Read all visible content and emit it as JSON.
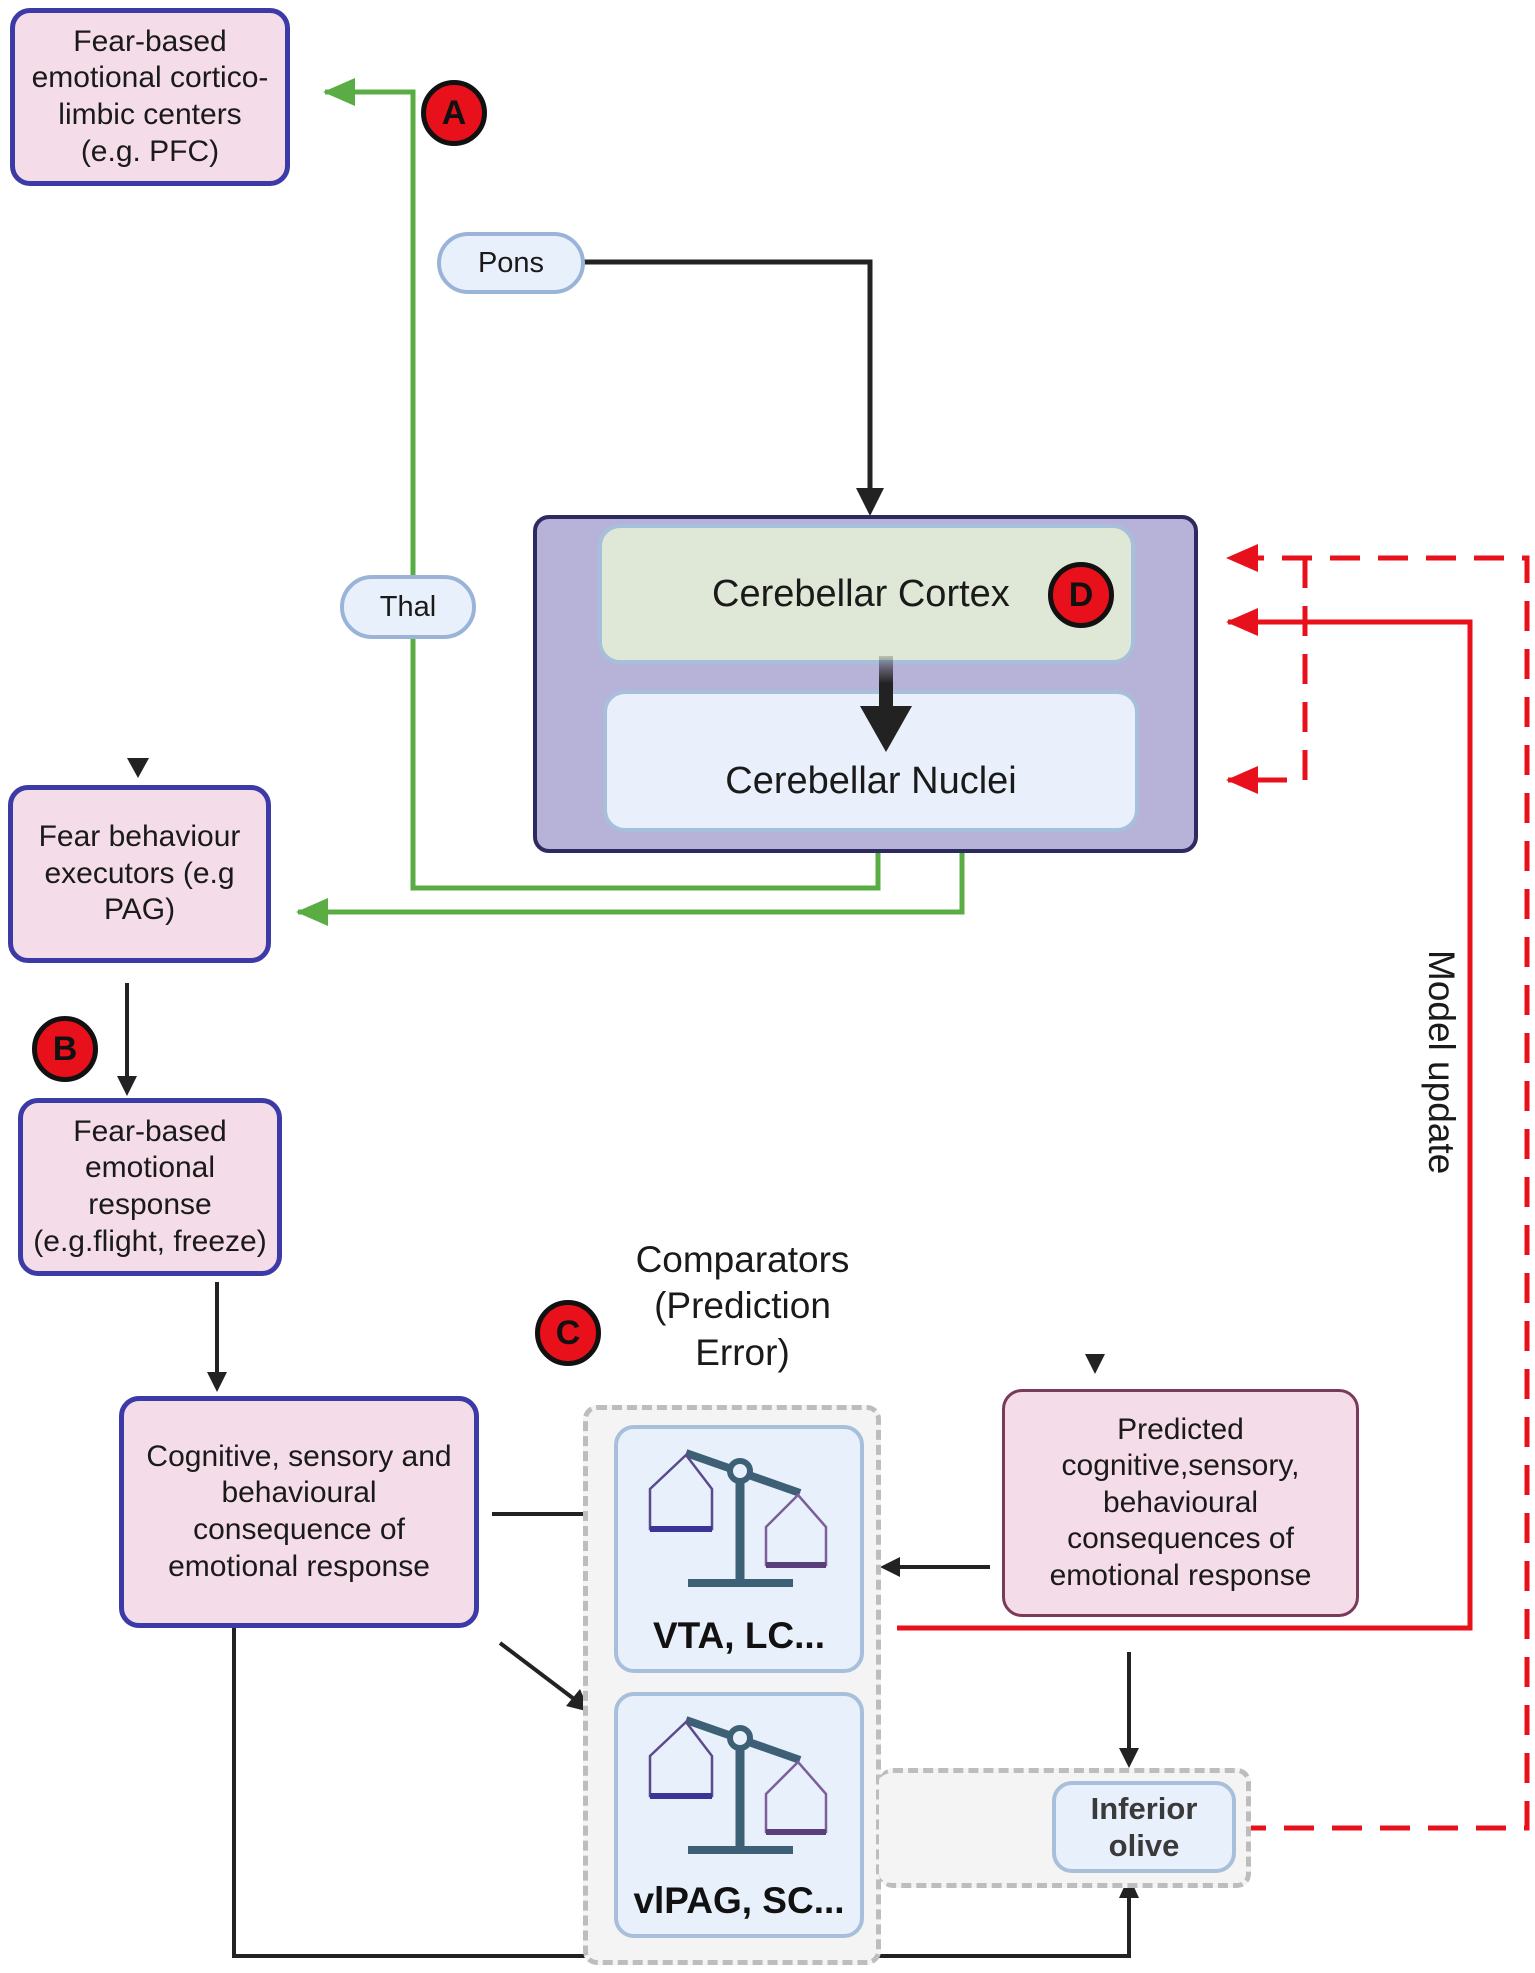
{
  "nodes": {
    "fear_centers": "Fear-based emotional cortico-limbic centers (e.g. PFC)",
    "pons": "Pons",
    "thal": "Thal",
    "cerebellar_cortex": "Cerebellar Cortex",
    "cerebellar_nuclei": "Cerebellar Nuclei",
    "fear_executors": "Fear behaviour executors (e.g PAG)",
    "fear_response": "Fear-based emotional response (e.g.flight, freeze)",
    "cognitive_consequence": "Cognitive, sensory and behavioural consequence of emotional response",
    "comparators": "Comparators (Prediction Error)",
    "comparator_1": "VTA, LC...",
    "comparator_2": "vlPAG, SC...",
    "predicted": "Predicted cognitive,sensory, behavioural consequences of emotional response",
    "inferior_olive": "Inferior olive",
    "model_update": "Model update"
  },
  "badges": {
    "a": "A",
    "b": "B",
    "c": "C",
    "d": "D"
  },
  "colors": {
    "node_fill": "#f4dce8",
    "node_border": "#3c3aa6",
    "cerebellum_fill": "#b7b2d8",
    "green_path": "#5aac44",
    "red_path": "#e8101a",
    "badge": "#e8101a"
  }
}
